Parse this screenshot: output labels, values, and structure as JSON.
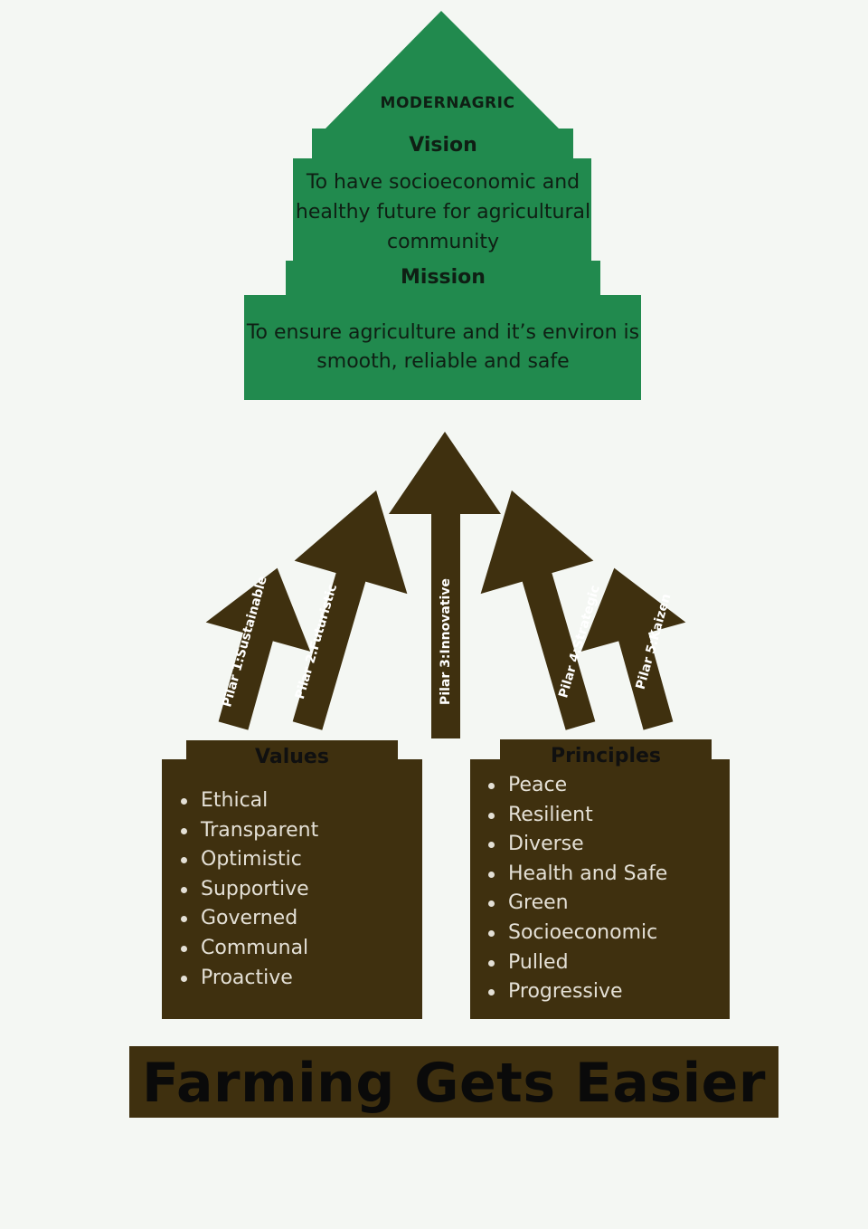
{
  "top": {
    "brand": "MODERNAGRIC",
    "vision_title": "Vision",
    "vision_text": "To have socioeconomic and healthy future for agricultural community",
    "mission_title": "Mission",
    "mission_text": "To ensure agriculture and it’s environ is smooth, reliable and safe"
  },
  "pillars": [
    "Pilar 1:Sustainable",
    "Pilar 2:Futuristic",
    "Pilar 3:Innovative",
    "Pilar 4:Strategic",
    "Pilar 5:Kaizen"
  ],
  "values": {
    "title": "Values",
    "items": [
      "Ethical",
      "Transparent",
      "Optimistic",
      "Supportive",
      "Governed",
      "Communal",
      "Proactive"
    ]
  },
  "principles": {
    "title": "Principles",
    "items": [
      "Peace",
      "Resilient",
      "Diverse",
      "Health and Safe",
      "Green",
      "Socioeconomic",
      "Pulled",
      "Progressive"
    ]
  },
  "footer": {
    "text": "Farming Gets Easier"
  },
  "colors": {
    "green": "#218a4e",
    "brown": "#3f300f",
    "background": "#f4f7f3"
  }
}
